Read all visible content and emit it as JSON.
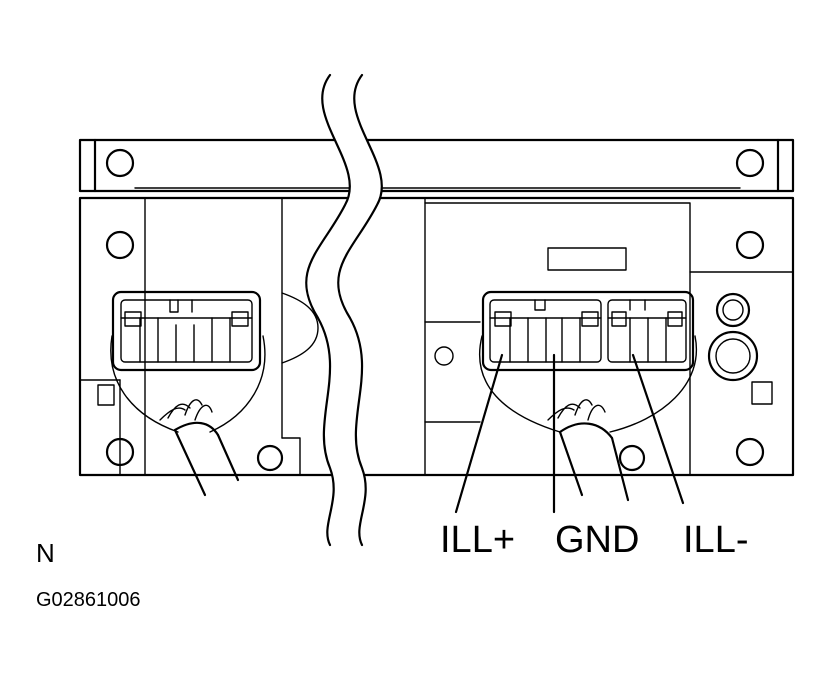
{
  "labels": {
    "ill_plus": "ILL+",
    "gnd": "GND",
    "ill_minus": "ILL-"
  },
  "view_letter": "N",
  "figure_code": "G02861006"
}
